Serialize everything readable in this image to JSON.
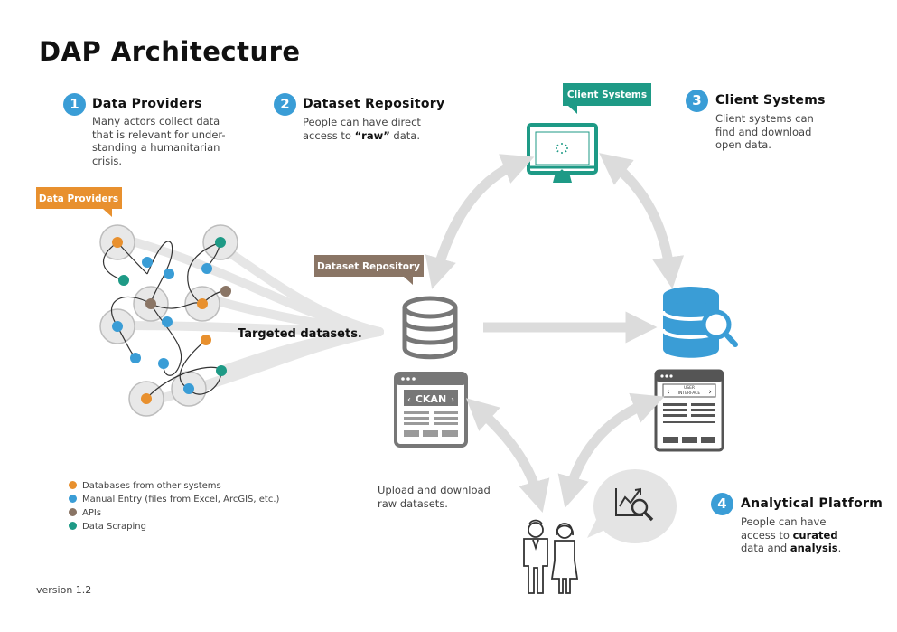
{
  "title": "DAP Architecture",
  "sections": [
    {
      "number": "1",
      "title": "Data Providers",
      "description_lines": [
        "Many actors collect data",
        "that is relevant for under-",
        "standing a humanitarian",
        "crisis."
      ]
    },
    {
      "number": "2",
      "title": "Dataset Repository",
      "description_lines": [
        "People can have direct",
        "access to"
      ],
      "emphasis": "“raw”",
      "suffix": " data."
    },
    {
      "number": "3",
      "title": "Client Systems",
      "description_lines": [
        "Client systems can",
        "find and download",
        "open data."
      ]
    },
    {
      "number": "4",
      "title": "Analytical Platform",
      "description_lines": [
        "People can have",
        "access to"
      ],
      "emphasis1": "curated",
      "line3_prefix": "data and ",
      "emphasis2": "analysis",
      "line3_suffix": "."
    }
  ],
  "callouts": {
    "data_providers": "Data Providers",
    "dataset_repository": "Dataset Repository",
    "client_systems": "Client Systems"
  },
  "labels": {
    "targeted": "Targeted datasets.",
    "upload_line1": "Upload and download",
    "upload_line2": "raw datasets.",
    "ckan": "CKAN",
    "ui_line1": "USER",
    "ui_line2": "INTERFACE"
  },
  "legend": [
    {
      "label": "Databases from other systems",
      "color": "#e8902e"
    },
    {
      "label": "Manual Entry (files from Excel, ArcGIS, etc.)",
      "color": "#3a9dd6"
    },
    {
      "label": "APIs",
      "color": "#8a7565"
    },
    {
      "label": "Data Scraping",
      "color": "#1e9a86"
    }
  ],
  "version": "version 1.2",
  "colors": {
    "blue": "#3a9dd6",
    "orange": "#e8902e",
    "brown": "#8a7565",
    "teal": "#1e9a86",
    "gray": "#777777",
    "light_gray": "#dddddd"
  }
}
